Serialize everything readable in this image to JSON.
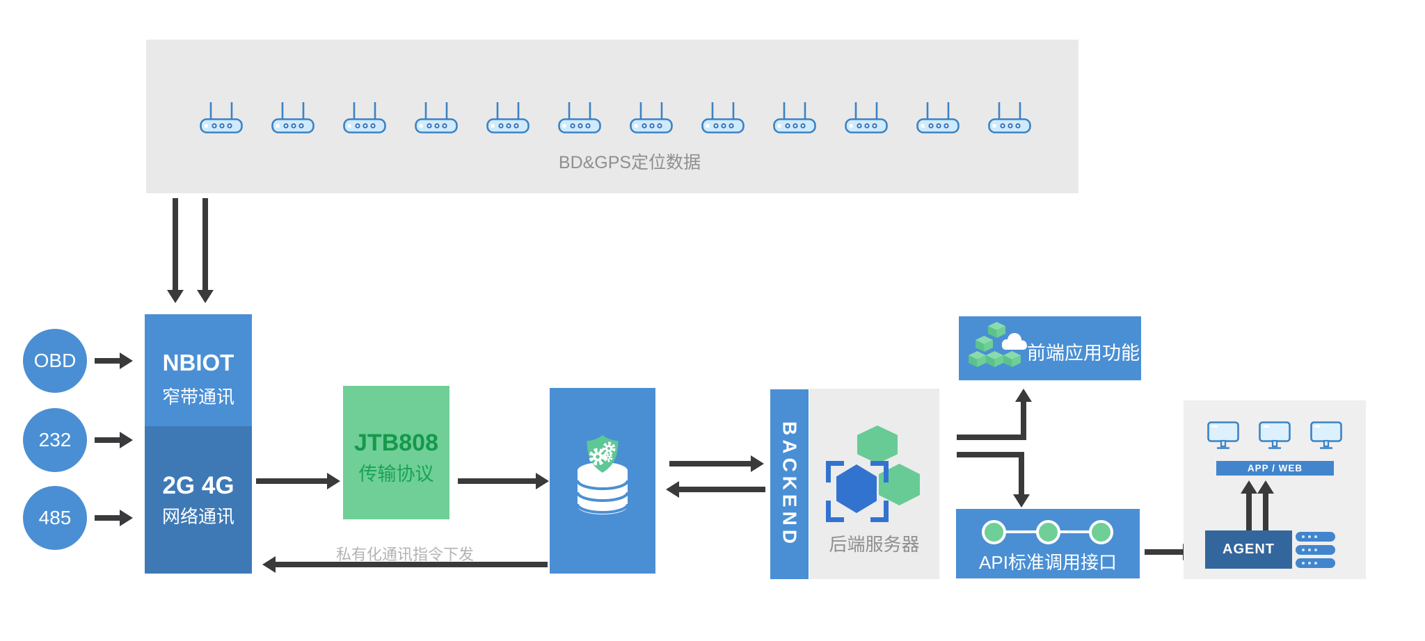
{
  "device_panel": {
    "label": "BD&GPS定位数据",
    "router_count": 12
  },
  "inputs": [
    {
      "label": "OBD"
    },
    {
      "label": "232"
    },
    {
      "label": "485"
    }
  ],
  "comm_module": {
    "nbiot_title": "NBIOT",
    "nbiot_subtitle": "窄带通讯",
    "cellular_title": "2G 4G",
    "cellular_subtitle": "网络通讯"
  },
  "protocol_box": {
    "title": "JTB808",
    "subtitle": "传输协议"
  },
  "downlink": {
    "label": "私有化通讯指令下发"
  },
  "backend": {
    "bar_label": "BACKEND",
    "caption": "后端服务器"
  },
  "frontend_box": {
    "label": "前端应用功能"
  },
  "api_box": {
    "label": "API标准调用接口"
  },
  "client_panel": {
    "monitor_count": 3,
    "appweb_label": "APP / WEB",
    "agent_label": "AGENT",
    "server_count": 3
  },
  "icons": {
    "device": "router-icon",
    "storage": "database-shield-icon",
    "backend": "hexagon-cluster-icon",
    "frontend": "cloud-cubes-icon",
    "api": "api-nodes-icon",
    "client": "monitor-icon",
    "servers": "server-stack-icon"
  },
  "colors": {
    "primary_blue": "#4a8fd4",
    "cellular_dark_blue": "#3e79b6",
    "agent_blue": "#33669c",
    "green": "#6fcf97",
    "green_text": "#16984d",
    "panel_gray": "#e9e9e9",
    "arrow_dark": "#3a3a3c",
    "muted_text": "#8f8f8f",
    "light_text": "#b3b3b3"
  }
}
